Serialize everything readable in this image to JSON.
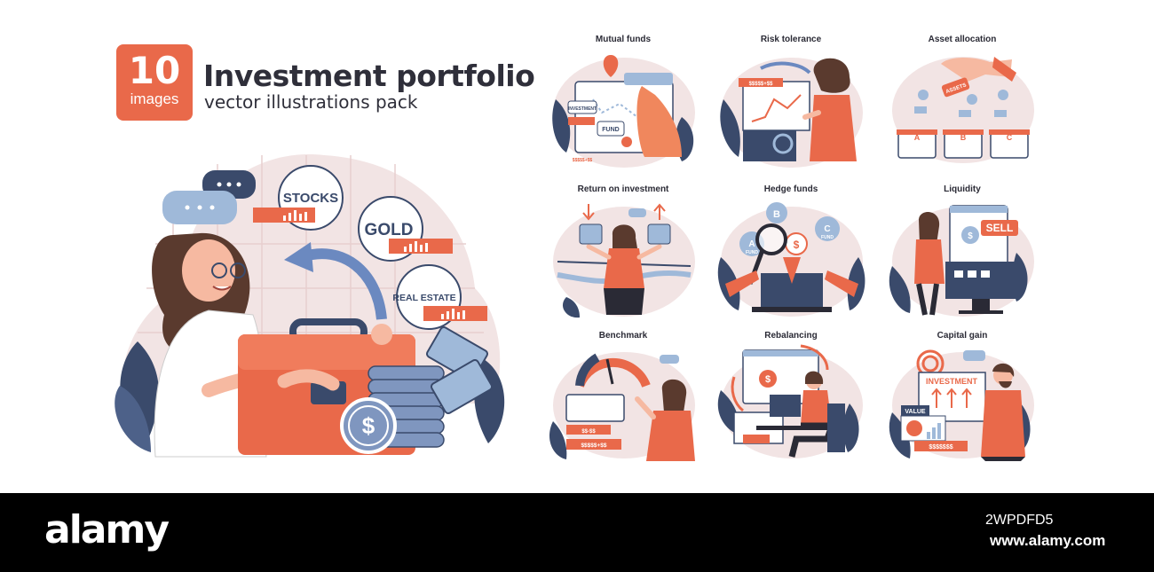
{
  "badge": {
    "number": "10",
    "label": "images"
  },
  "header": {
    "title": "Investment portfolio",
    "subtitle": "vector illustrations pack"
  },
  "hero": {
    "labels": [
      "STOCKS",
      "GOLD",
      "REAL ESTATE"
    ]
  },
  "tiles": [
    {
      "label": "Mutual funds",
      "tags": [
        "INVESTMENT",
        "FUND",
        "$$$$$+$$"
      ]
    },
    {
      "label": "Risk tolerance",
      "tags": [
        "$$$$$+$$"
      ]
    },
    {
      "label": "Asset allocation",
      "tags": [
        "ASSETS",
        "A",
        "B",
        "C"
      ]
    },
    {
      "label": "Return on investment",
      "tags": []
    },
    {
      "label": "Hedge funds",
      "tags": [
        "A",
        "B",
        "C",
        "FUND",
        "FUND"
      ]
    },
    {
      "label": "Liquidity",
      "tags": [
        "SELL"
      ]
    },
    {
      "label": "Benchmark",
      "tags": [
        "$$-$$",
        "$$$$$+$$"
      ]
    },
    {
      "label": "Rebalancing",
      "tags": []
    },
    {
      "label": "Capital gain",
      "tags": [
        "INVESTMENT",
        "VALUE",
        "$$$$$$$"
      ]
    }
  ],
  "footer": {
    "brand": "alamy",
    "image_id": "2WPDFD5",
    "url": "www.alamy.com"
  },
  "colors": {
    "accent": "#e9694a",
    "navy": "#3a4a6b",
    "blush": "#f2e4e4",
    "lightblue": "#9fb9d9",
    "dark": "#2a2a35"
  }
}
